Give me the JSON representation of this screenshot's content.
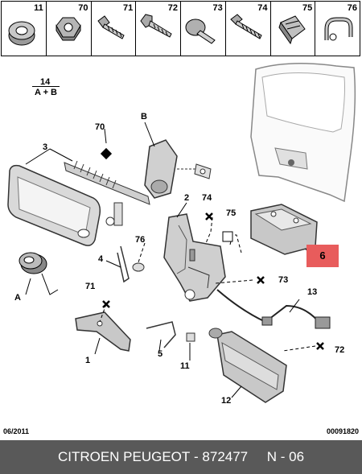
{
  "parts_strip": [
    {
      "num": "11",
      "icon": "grommet-icon"
    },
    {
      "num": "70",
      "icon": "hex-nut-icon"
    },
    {
      "num": "71",
      "icon": "screw-icon"
    },
    {
      "num": "72",
      "icon": "bolt-icon"
    },
    {
      "num": "73",
      "icon": "push-pin-icon"
    },
    {
      "num": "74",
      "icon": "threaded-stud-icon"
    },
    {
      "num": "75",
      "icon": "clip-nut-icon"
    },
    {
      "num": "76",
      "icon": "cable-clip-icon"
    }
  ],
  "labels": {
    "l14": "14",
    "lAB": "A + B",
    "l70": "70",
    "lB": "B",
    "l3": "3",
    "l2": "2",
    "l74": "74",
    "l75": "75",
    "l76": "76",
    "l4": "4",
    "l6": "6",
    "l73": "73",
    "l71": "71",
    "lA": "A",
    "l13": "13",
    "l1": "1",
    "l5": "5",
    "l11": "11",
    "l72": "72",
    "l12": "12"
  },
  "bottom": {
    "date": "06/2011",
    "code": "00091820"
  },
  "footer": {
    "brand": "CITROEN PEUGEOT",
    "separator": " - ",
    "part_number": "872477",
    "page": "N - 06"
  },
  "colors": {
    "footer_bg": "#595959",
    "highlight": "#e85c5c"
  }
}
